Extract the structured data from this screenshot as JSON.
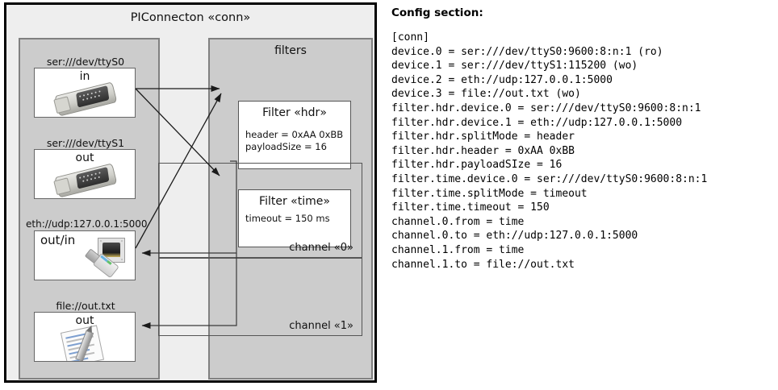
{
  "diagram": {
    "title": "PIConnecton «conn»",
    "devices_panel": {
      "devices": [
        {
          "label": "ser:///dev/ttyS0",
          "mode": "in",
          "icon": "serial-connector-icon"
        },
        {
          "label": "ser:///dev/ttyS1",
          "mode": "out",
          "icon": "serial-connector-icon"
        },
        {
          "label": "eth://udp:127.0.0.1:5000",
          "mode": "out/in",
          "icon": "ethernet-plug-icon"
        },
        {
          "label": "file://out.txt",
          "mode": "out",
          "icon": "text-file-icon"
        }
      ]
    },
    "filters_panel": {
      "title": "filters",
      "filters": [
        {
          "title": "Filter «hdr»",
          "props": [
            "header = 0xAA 0xBB",
            "payloadSize = 16"
          ]
        },
        {
          "title": "Filter «time»",
          "props": [
            "timeout = 150 ms"
          ]
        }
      ],
      "channels": [
        {
          "label": "channel «0»"
        },
        {
          "label": "channel «1»"
        }
      ]
    }
  },
  "config": {
    "heading": "Config section:",
    "lines": [
      "[conn]",
      "device.0 = ser:///dev/ttyS0:9600:8:n:1 (ro)",
      "device.1 = ser:///dev/ttyS1:115200 (wo)",
      "device.2 = eth://udp:127.0.0.1:5000",
      "device.3 = file://out.txt (wo)",
      "filter.hdr.device.0 = ser:///dev/ttyS0:9600:8:n:1",
      "filter.hdr.device.1 = eth://udp:127.0.0.1:5000",
      "filter.hdr.splitMode = header",
      "filter.hdr.header = 0xAA 0xBB",
      "filter.hdr.payloadSIze = 16",
      "filter.time.device.0 = ser:///dev/ttyS0:9600:8:n:1",
      "filter.time.splitMode = timeout",
      "filter.time.timeout = 150",
      "channel.0.from = time",
      "channel.0.to = eth://udp:127.0.0.1:5000",
      "channel.1.from = time",
      "channel.1.to = file://out.txt"
    ],
    "text": "[conn]\ndevice.0 = ser:///dev/ttyS0:9600:8:n:1 (ro)\ndevice.1 = ser:///dev/ttyS1:115200 (wo)\ndevice.2 = eth://udp:127.0.0.1:5000\ndevice.3 = file://out.txt (wo)\nfilter.hdr.device.0 = ser:///dev/ttyS0:9600:8:n:1\nfilter.hdr.device.1 = eth://udp:127.0.0.1:5000\nfilter.hdr.splitMode = header\nfilter.hdr.header = 0xAA 0xBB\nfilter.hdr.payloadSIze = 16\nfilter.time.device.0 = ser:///dev/ttyS0:9600:8:n:1\nfilter.time.splitMode = timeout\nfilter.time.timeout = 150\nchannel.0.from = time\nchannel.0.to = eth://udp:127.0.0.1:5000\nchannel.1.from = time\nchannel.1.to = file://out.txt"
  },
  "colors": {
    "outer_border": "#000000",
    "outer_fill": "#eeeeee",
    "panel_fill": "#cccccc",
    "panel_border": "#808080",
    "card_fill": "#ffffff",
    "card_border": "#555555",
    "wire": "#222222"
  }
}
